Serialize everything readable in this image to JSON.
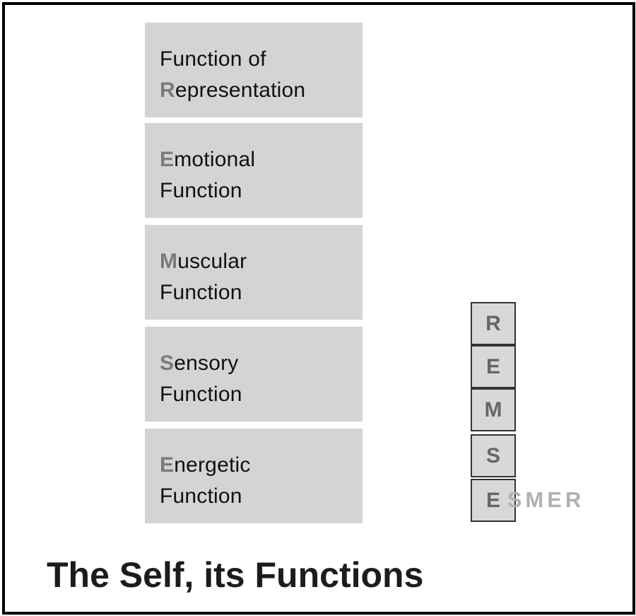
{
  "title": "The Self, its Functions",
  "functions": [
    {
      "initial": "",
      "line1": "Function of",
      "initial2": "R",
      "line2": "epresentation"
    },
    {
      "initial": "E",
      "line1": "motional",
      "initial2": "",
      "line2": "Function"
    },
    {
      "initial": "M",
      "line1": "uscular",
      "initial2": "",
      "line2": "Function"
    },
    {
      "initial": "S",
      "line1": "ensory",
      "initial2": "",
      "line2": "Function"
    },
    {
      "initial": "E",
      "line1": "nergetic",
      "initial2": "",
      "line2": "Function"
    }
  ],
  "acronym_letters": [
    "R",
    "E",
    "M",
    "S",
    "E"
  ],
  "reverse_acronym": {
    "first": "E",
    "rest": "SMER"
  },
  "colors": {
    "block": "#d4d4d4",
    "initial": "#7a7a7a",
    "faded": "#b0b0b0"
  }
}
